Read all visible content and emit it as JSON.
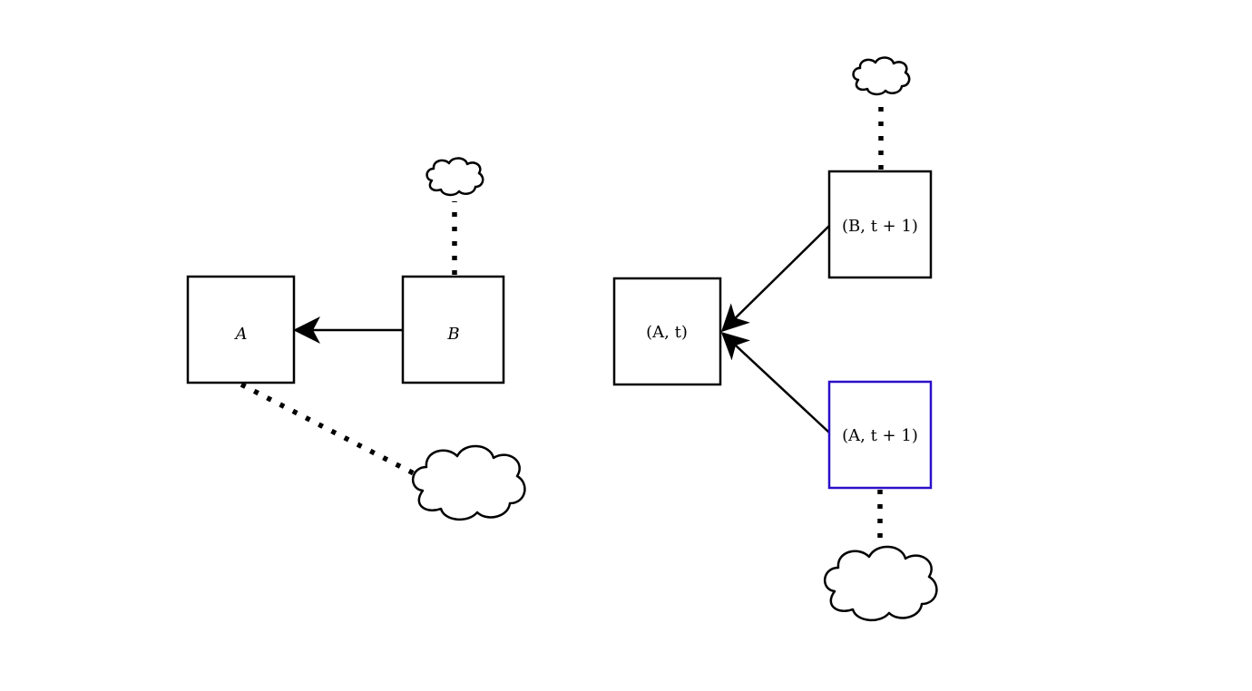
{
  "colors": {
    "stroke": "#000000",
    "highlight": "#2a10c9",
    "background": "#ffffff"
  },
  "left": {
    "node_a": {
      "label": "A"
    },
    "node_b": {
      "label": "B"
    }
  },
  "right": {
    "node_at": {
      "label": "(A, t)"
    },
    "node_bt1": {
      "label": "(B, t + 1)"
    },
    "node_at1": {
      "label": "(A, t + 1)"
    }
  },
  "icons": [
    "cloud-icon",
    "cloud-icon",
    "cloud-icon",
    "cloud-icon"
  ]
}
